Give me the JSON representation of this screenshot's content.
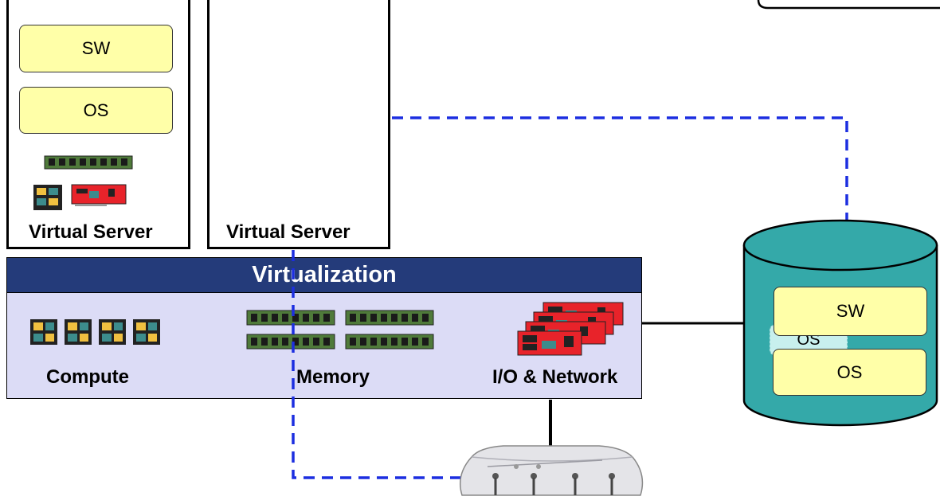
{
  "virtual_servers": [
    {
      "label": "Virtual Server",
      "sw_label": "SW",
      "os_label": "OS"
    },
    {
      "label": "Virtual Server"
    }
  ],
  "virtualization": {
    "title": "Virtualization",
    "resources": [
      {
        "label": "Compute",
        "icon": "cpu-chip-icon"
      },
      {
        "label": "Memory",
        "icon": "memory-module-icon"
      },
      {
        "label": "I/O & Network",
        "icon": "network-card-icon"
      }
    ]
  },
  "storage": {
    "sw_label": "SW",
    "os_label_back": "OS",
    "os_label": "OS",
    "icon": "storage-cylinder-icon"
  },
  "network_device": {
    "icon": "router-icon"
  },
  "colors": {
    "virtualization_header": "#243b7a",
    "virtualization_body": "#dcdcf6",
    "yellow_box": "#ffffa8",
    "storage": "#34a9a9",
    "dashed_link": "#1c2ee0",
    "card_red": "#e8232a",
    "memory_green": "#4f7a3a"
  }
}
